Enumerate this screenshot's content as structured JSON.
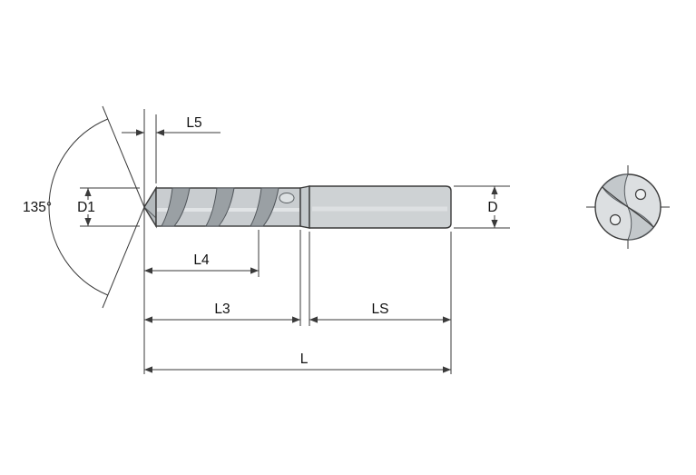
{
  "drawing": {
    "labels": {
      "point_angle": "135°",
      "d1": "D1",
      "l5": "L5",
      "l4": "L4",
      "l3": "L3",
      "ls": "LS",
      "l": "L",
      "d": "D"
    },
    "colors": {
      "line": "#3a3a3a",
      "body_fill": "#c9cdd0",
      "flute_shadow": "#9aa0a4",
      "point_fill": "#b3b9bc",
      "shank_fill": "#ced2d4",
      "end_face_fill": "#dcdfe1",
      "coolant_hole_fill": "#eef0f1",
      "background": "#ffffff"
    }
  }
}
